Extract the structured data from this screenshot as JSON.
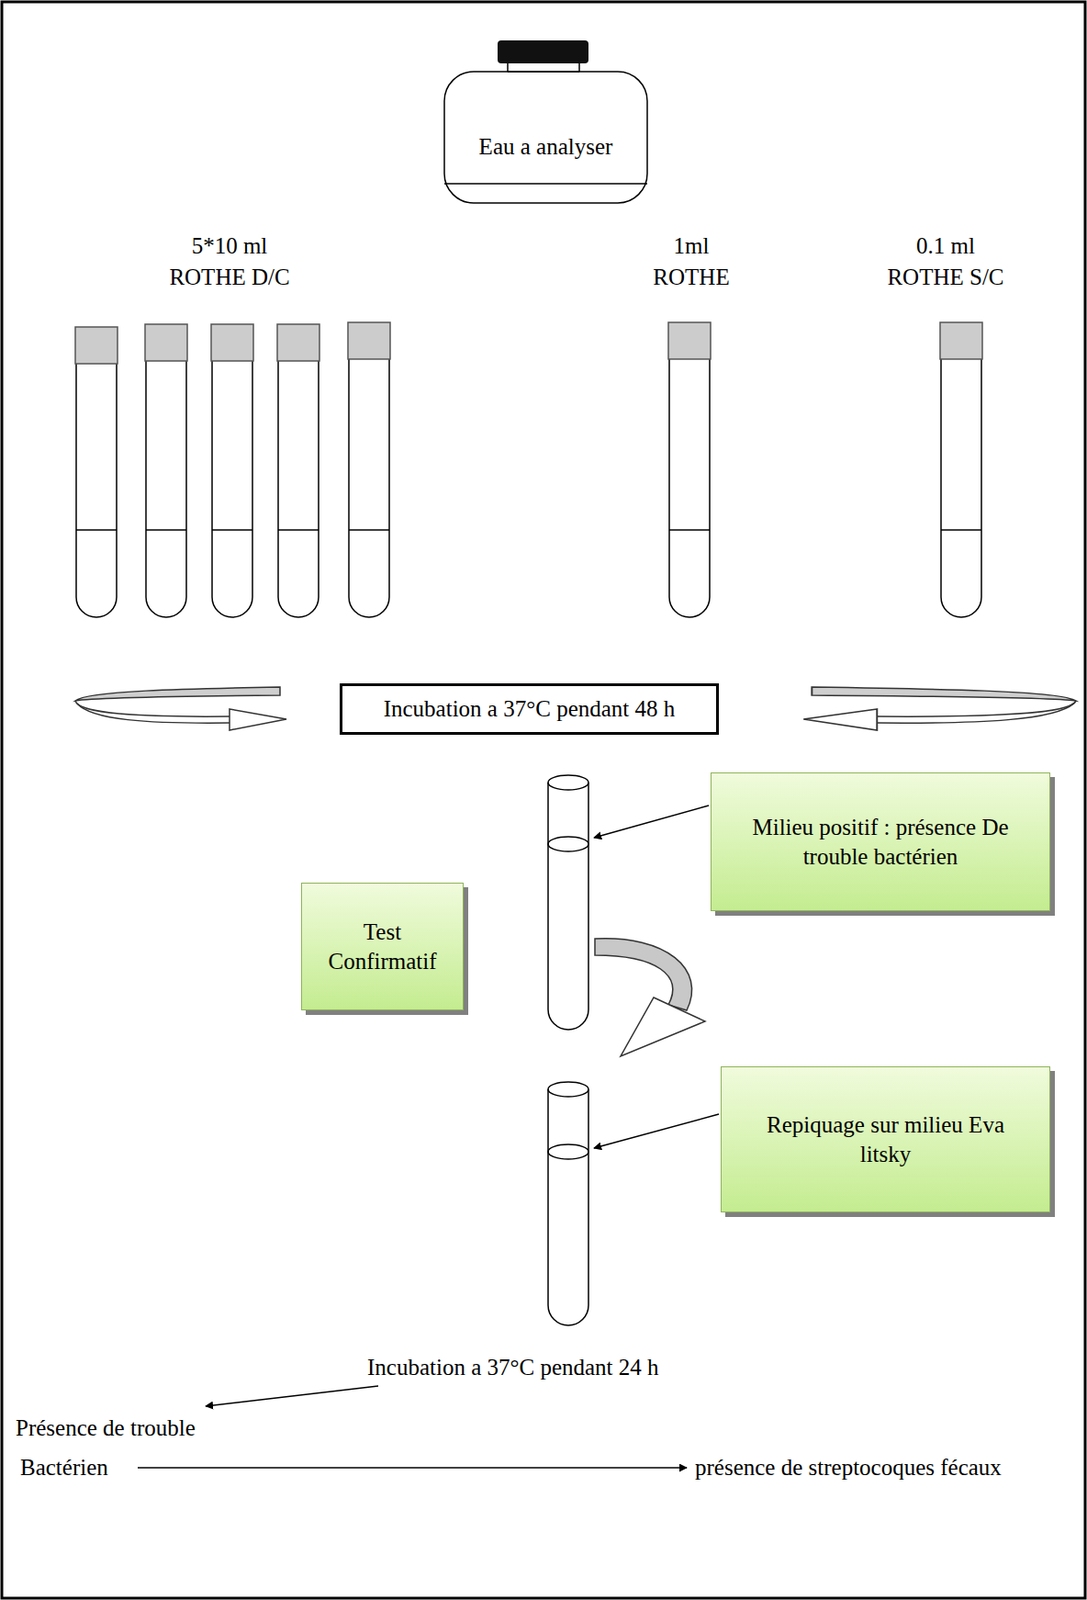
{
  "diagram": {
    "nodes": [
      {
        "text": [
          "Eau a analyser"
        ]
      },
      {
        "text": [
          "Incubation a 37°C pendant 48 h"
        ]
      },
      {
        "text": [
          "Milieu positif : présence De trouble bactérien"
        ]
      },
      {
        "text": [
          "Test Confirmatif"
        ]
      },
      {
        "text": [
          "Repiquage sur milieu Eva litsky"
        ]
      }
    ],
    "labels": [
      "5*10 ml",
      "ROTHE D/C",
      "1ml",
      "ROTHE",
      "0.1 ml",
      "ROTHE S/C",
      "Incubation a 37°C pendant 24 h",
      "Présence de trouble",
      "Bactérien",
      "présence de streptocoques fécaux"
    ]
  }
}
